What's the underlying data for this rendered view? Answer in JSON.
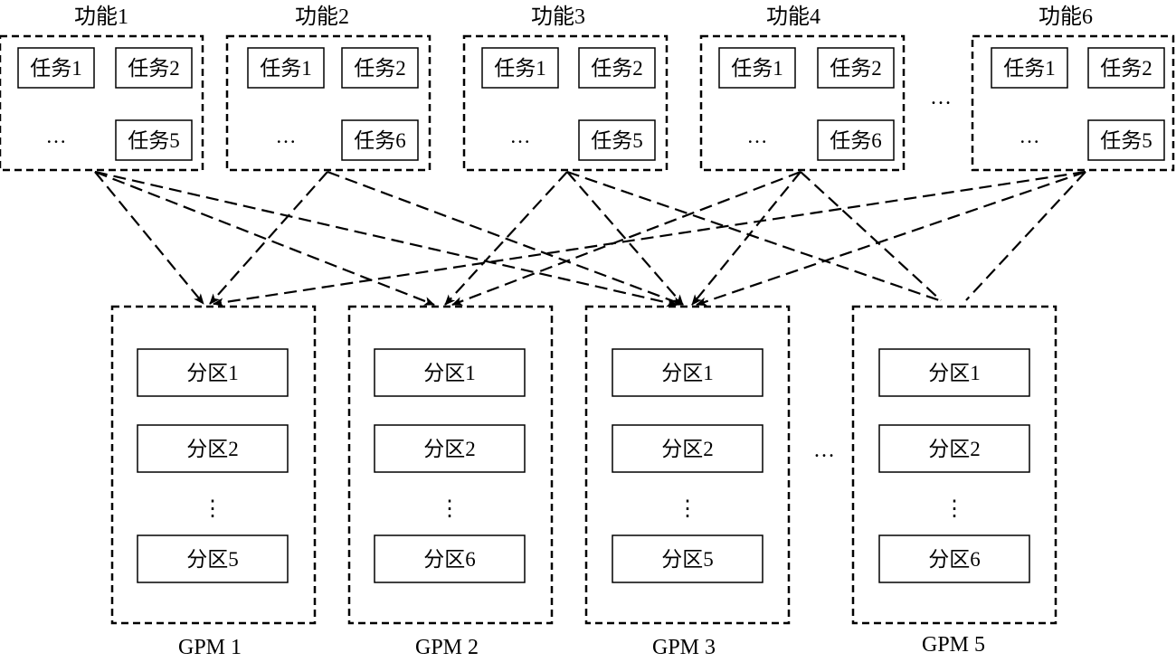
{
  "functions": [
    {
      "title": "功能1",
      "tasks": [
        "任务1",
        "任务2",
        "…",
        "任务5"
      ]
    },
    {
      "title": "功能2",
      "tasks": [
        "任务1",
        "任务2",
        "…",
        "任务6"
      ]
    },
    {
      "title": "功能3",
      "tasks": [
        "任务1",
        "任务2",
        "…",
        "任务5"
      ]
    },
    {
      "title": "功能4",
      "tasks": [
        "任务1",
        "任务2",
        "…",
        "任务6"
      ]
    },
    {
      "title": "功能6",
      "tasks": [
        "任务1",
        "任务2",
        "…",
        "任务5"
      ]
    }
  ],
  "functions_ellipsis": "…",
  "gpms": [
    {
      "label": "GPM 1",
      "partitions": [
        "分区1",
        "分区2",
        "⋮",
        "分区5"
      ]
    },
    {
      "label": "GPM 2",
      "partitions": [
        "分区1",
        "分区2",
        "⋮",
        "分区6"
      ]
    },
    {
      "label": "GPM 3",
      "partitions": [
        "分区1",
        "分区2",
        "⋮",
        "分区5"
      ]
    },
    {
      "label": "GPM 5",
      "partitions": [
        "分区1",
        "分区2",
        "⋮",
        "分区6"
      ]
    }
  ],
  "gpms_ellipsis": "…"
}
